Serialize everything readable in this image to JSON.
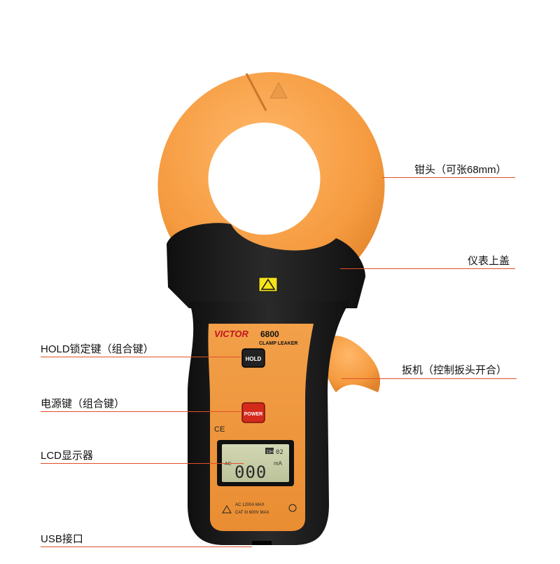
{
  "device": {
    "brand": "VICTOR",
    "model": "6800",
    "subtitle": "CLAMP LEAKER",
    "hold_label": "HOLD",
    "power_label": "POWER",
    "ce_mark": "CE",
    "lcd": {
      "mode": "AC",
      "reading": "000",
      "unit": "mA",
      "indicator": "DH",
      "range": "02"
    },
    "ratings": [
      "AC 1200A MAX",
      "CAT III 600V MAX"
    ]
  },
  "callouts": {
    "clamp_head": "钳头（可张68mm）",
    "top_cover": "仪表上盖",
    "hold_key": "HOLD锁定键（组合键）",
    "trigger": "扳机（控制扳头开合）",
    "power_key": "电源键（组合键）",
    "lcd_display": "LCD显示器",
    "usb_port": "USB接口"
  },
  "colors": {
    "clamp_orange": "#f5a047",
    "body_black": "#1d1d1d",
    "panel_orange": "#f19a3e",
    "power_red": "#d42a1c",
    "lcd_green": "#c9cfa8",
    "callout_line": "#e0502a"
  }
}
